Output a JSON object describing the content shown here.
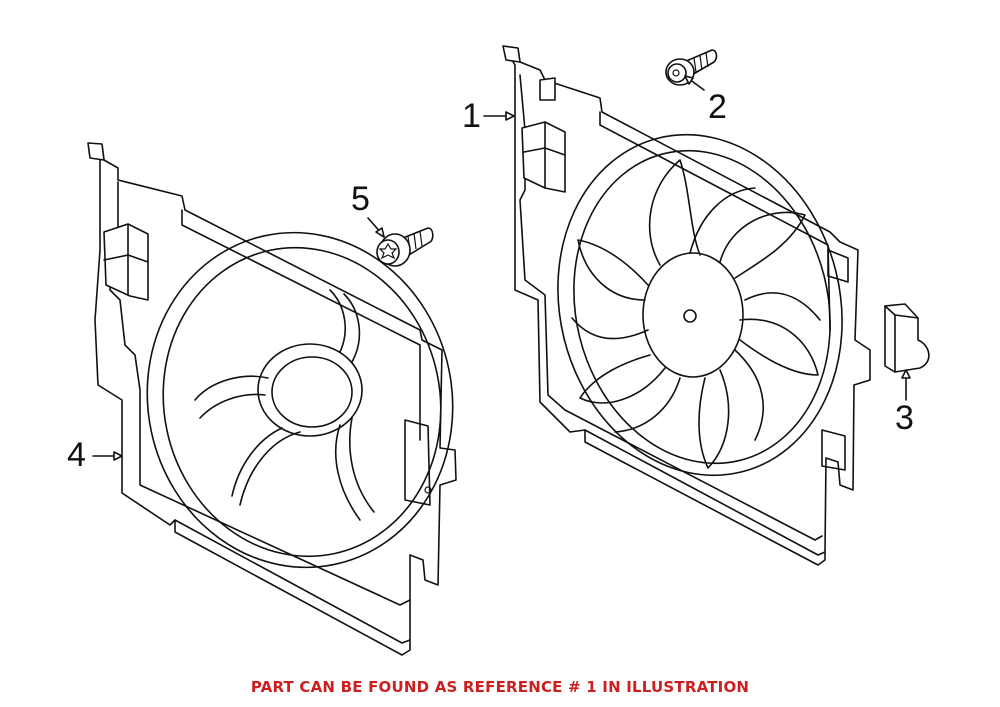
{
  "callouts": [
    {
      "id": "1",
      "text": "1"
    },
    {
      "id": "2",
      "text": "2"
    },
    {
      "id": "3",
      "text": "3"
    },
    {
      "id": "4",
      "text": "4"
    },
    {
      "id": "5",
      "text": "5"
    }
  ],
  "note": {
    "text": "PART CAN BE FOUND AS REFERENCE # 1 IN ILLUSTRATION",
    "color": "#cc1f1f"
  }
}
